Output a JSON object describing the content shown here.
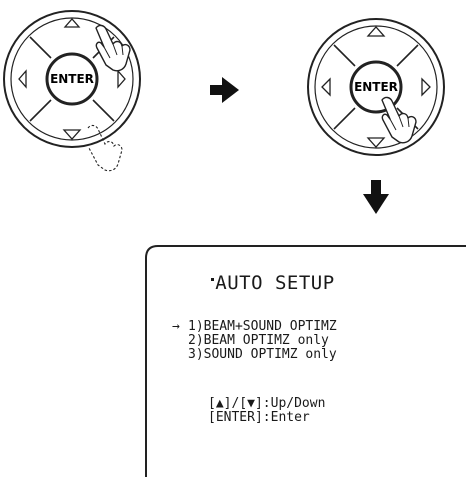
{
  "remote_left": {
    "center_label": "ENTER"
  },
  "remote_right": {
    "center_label": "ENTER"
  },
  "screen": {
    "title": "AUTO SETUP",
    "cursor": "→",
    "menu_items": [
      {
        "label": "1)BEAM+SOUND OPTIMZ"
      },
      {
        "label": "2)BEAM OPTIMZ only"
      },
      {
        "label": "3)SOUND OPTIMZ only"
      }
    ],
    "help_lines": [
      {
        "label": "[▲]/[▼]:Up/Down"
      },
      {
        "label": "[ENTER]:Enter"
      }
    ]
  }
}
